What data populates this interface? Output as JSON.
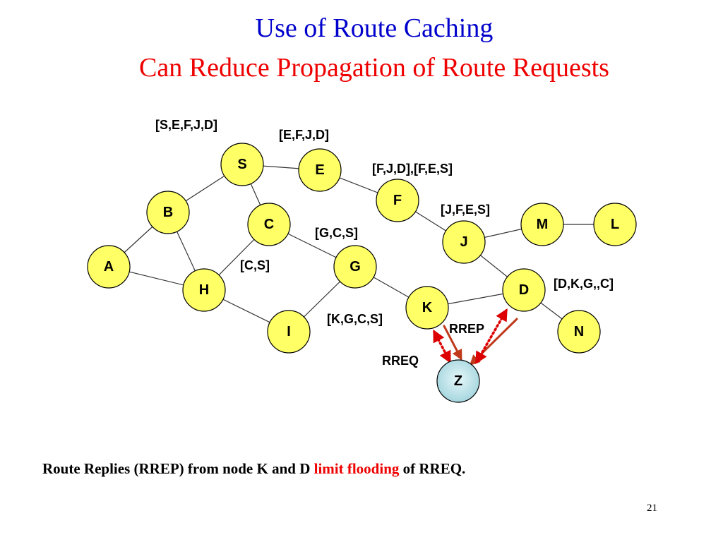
{
  "slide": {
    "title_line1": "Use of Route Caching",
    "title_line2": "Can Reduce Propagation of Route Requests",
    "caption_part1": "Route Replies (RREP) from node K and D ",
    "caption_highlight": "limit flooding",
    "caption_part2": " of RREQ.",
    "page_number": "21"
  },
  "colors": {
    "title1": "#0000cc",
    "title2": "#ee0000",
    "highlight": "#ee0000",
    "node_fill": "#ffff66",
    "target_node_fill": "#bfe6ec",
    "rrep_arrow": "#c0391b",
    "rreq_arrow": "#dd0000"
  },
  "diagram": {
    "nodes": [
      {
        "id": "S",
        "label": "S"
      },
      {
        "id": "E",
        "label": "E"
      },
      {
        "id": "F",
        "label": "F"
      },
      {
        "id": "B",
        "label": "B"
      },
      {
        "id": "C",
        "label": "C"
      },
      {
        "id": "J",
        "label": "J"
      },
      {
        "id": "M",
        "label": "M"
      },
      {
        "id": "L",
        "label": "L"
      },
      {
        "id": "A",
        "label": "A"
      },
      {
        "id": "G",
        "label": "G"
      },
      {
        "id": "H",
        "label": "H"
      },
      {
        "id": "D",
        "label": "D"
      },
      {
        "id": "K",
        "label": "K"
      },
      {
        "id": "I",
        "label": "I"
      },
      {
        "id": "N",
        "label": "N"
      },
      {
        "id": "Z",
        "label": "Z"
      }
    ],
    "edges": [
      [
        "S",
        "E"
      ],
      [
        "S",
        "B"
      ],
      [
        "S",
        "C"
      ],
      [
        "E",
        "F"
      ],
      [
        "F",
        "J"
      ],
      [
        "C",
        "G"
      ],
      [
        "B",
        "A"
      ],
      [
        "B",
        "H"
      ],
      [
        "A",
        "H"
      ],
      [
        "H",
        "I"
      ],
      [
        "H",
        "C"
      ],
      [
        "G",
        "I"
      ],
      [
        "G",
        "K"
      ],
      [
        "K",
        "D"
      ],
      [
        "J",
        "M"
      ],
      [
        "M",
        "L"
      ],
      [
        "J",
        "D"
      ],
      [
        "D",
        "N"
      ]
    ],
    "cache_labels": [
      "[S,E,F,J,D]",
      "[E,F,J,D]",
      "[F,J,D],[F,E,S]",
      "[J,F,E,S]",
      "[G,C,S]",
      "[C,S]",
      "[D,K,G,,C]",
      "[K,G,C,S]"
    ],
    "message_labels": {
      "rrep": "RREP",
      "rreq": "RREQ"
    }
  }
}
